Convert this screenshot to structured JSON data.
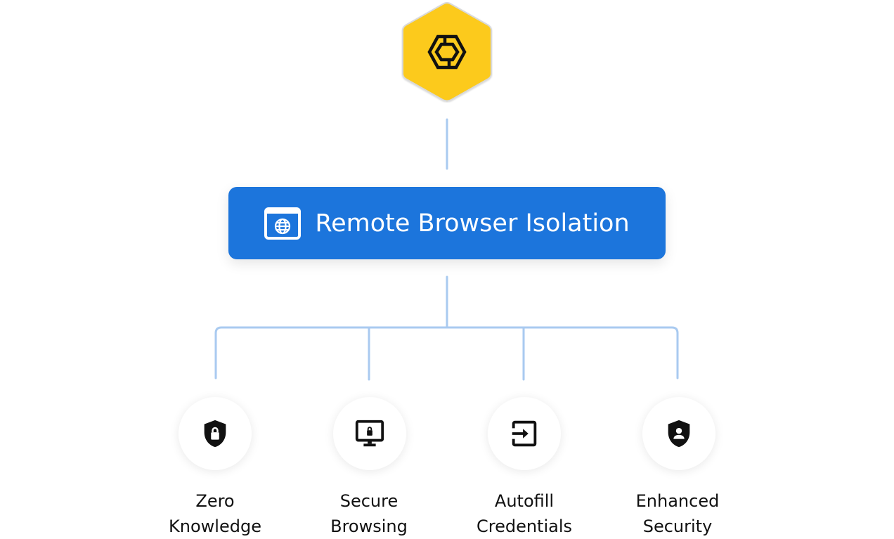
{
  "logo": {
    "icon": "hexagon-chain-logo-icon",
    "hex_color": "#fcca1c",
    "hex_border_color": "#d9d9d9",
    "glyph_color": "#111111"
  },
  "connector_color": "#a9caf0",
  "main_node": {
    "label": "Remote Browser Isolation",
    "icon": "browser-globe-icon",
    "background_color": "#1c75dc",
    "text_color": "#ffffff"
  },
  "features": [
    {
      "icon": "shield-lock-icon",
      "line1": "Zero",
      "line2": "Knowledge"
    },
    {
      "icon": "monitor-lock-icon",
      "line1": "Secure",
      "line2": "Browsing"
    },
    {
      "icon": "login-arrow-icon",
      "line1": "Autofill",
      "line2": "Credentials"
    },
    {
      "icon": "shield-user-icon",
      "line1": "Enhanced",
      "line2": "Security"
    }
  ]
}
